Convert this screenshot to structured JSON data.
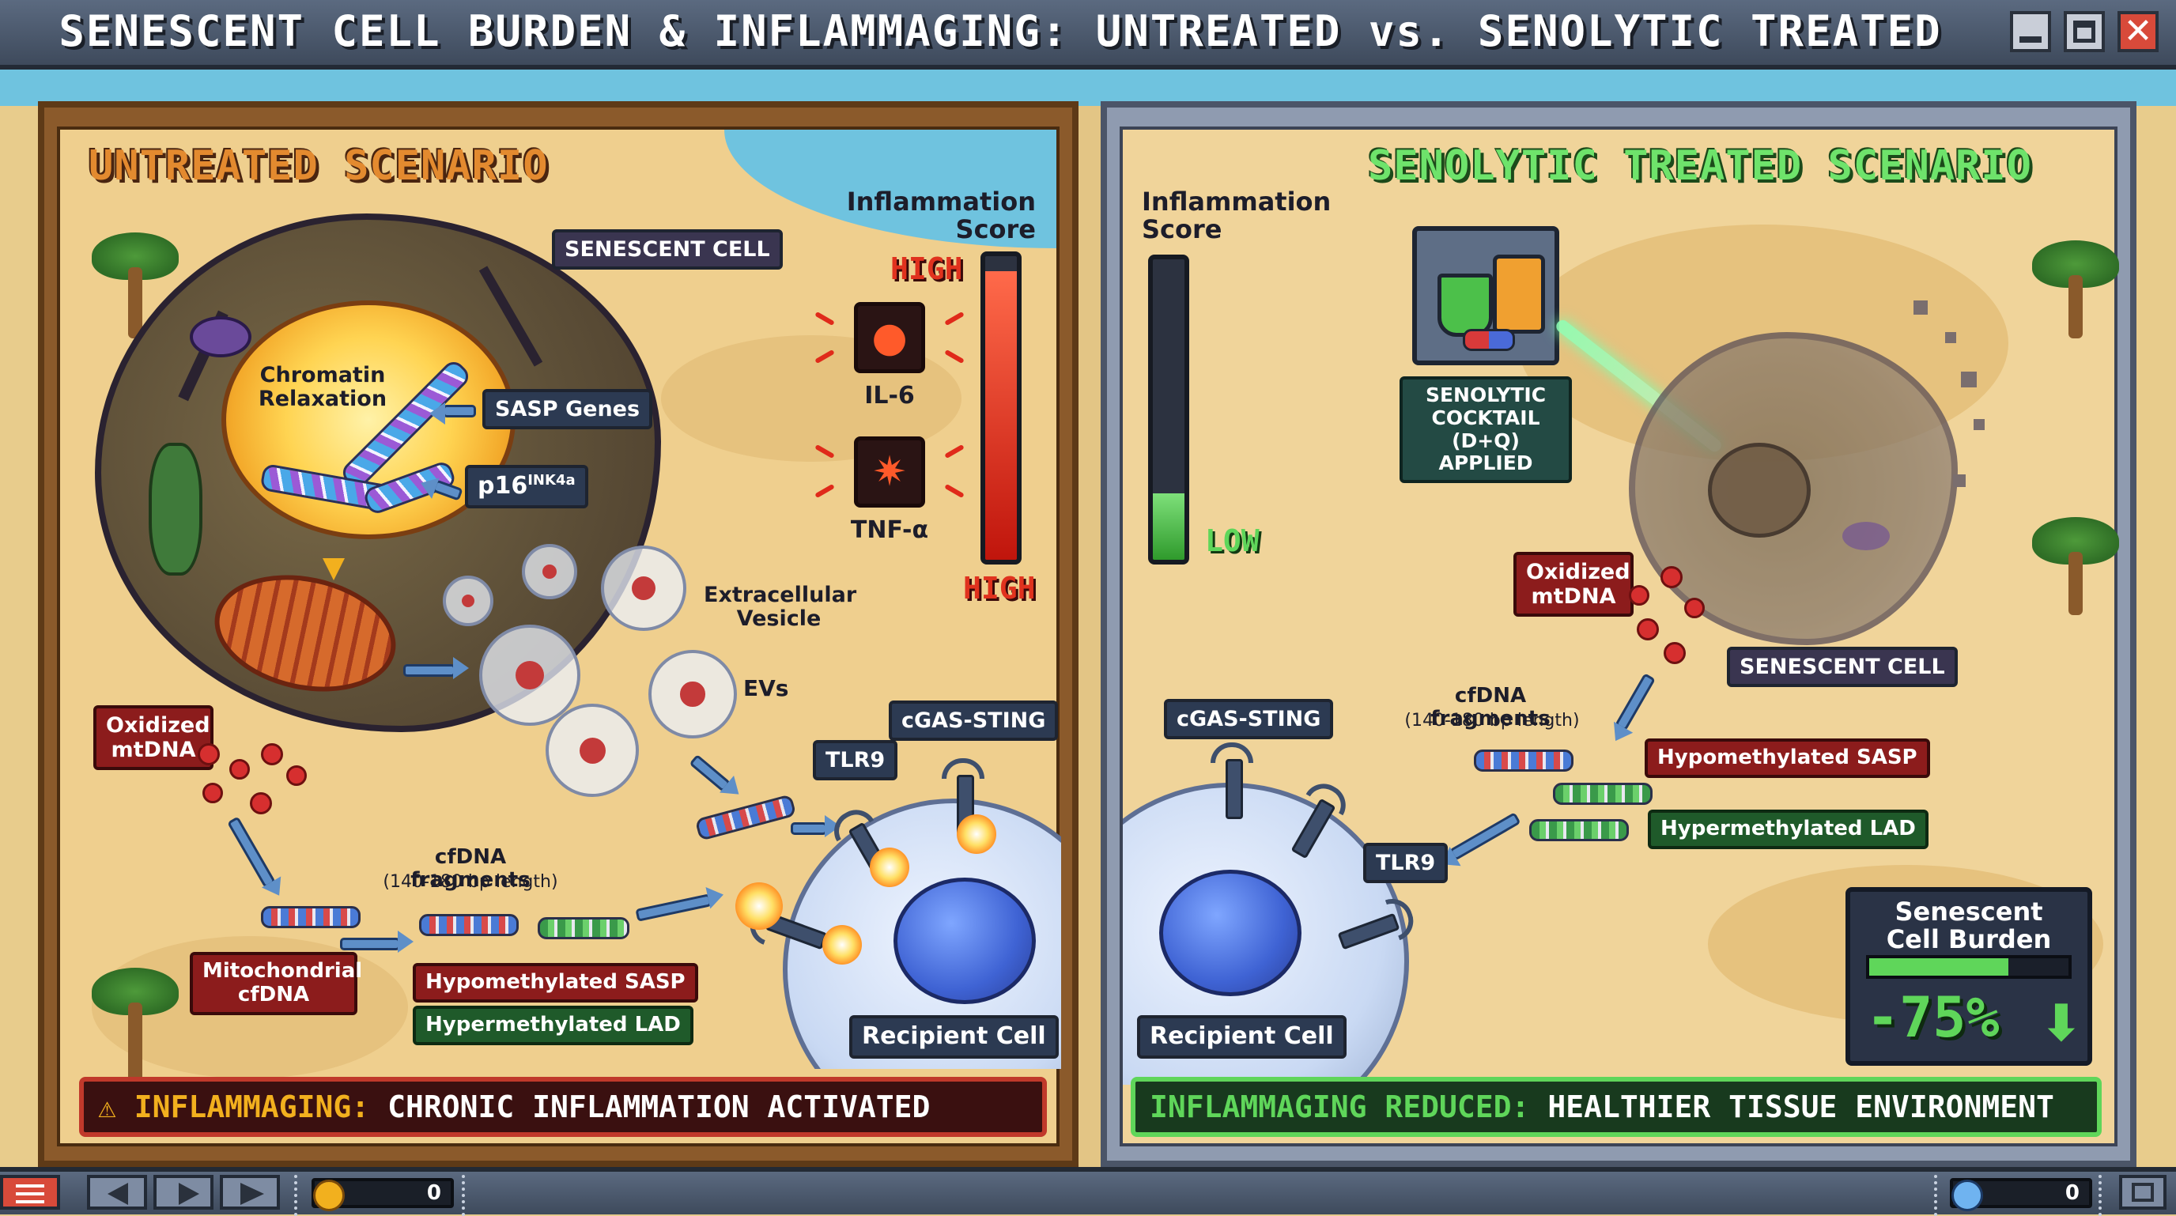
{
  "window": {
    "title": "SENESCENT CELL BURDEN & INFLAMMAGING: UNTREATED vs. SENOLYTIC TREATED"
  },
  "left": {
    "title": "UNTREATED SCENARIO",
    "labels": {
      "senescent_cell": "SENESCENT CELL",
      "chromatin": "Chromatin Relaxation",
      "sasp_genes": "SASP Genes",
      "p16_base": "p16",
      "p16_sup": "INK4a",
      "extracellular_vesicle": "Extracellular Vesicle",
      "evs": "EVs",
      "oxidized_mtdna": "Oxidized mtDNA",
      "cfdna_title": "cfDNA fragments",
      "cfdna_length": "(140-180 bp length)",
      "mito_cfdna": "Mitochondrial cfDNA",
      "hypomethylated": "Hypomethylated SASP",
      "hypermethylated": "Hypermethylated LAD",
      "tlr9": "TLR9",
      "cgas": "cGAS-STING",
      "recipient": "Recipient Cell"
    },
    "inflammation": {
      "label": "Inflammation Score",
      "top_word": "HIGH",
      "bottom_word": "HIGH",
      "level": 0.95,
      "cytokines": [
        "IL-6",
        "TNF-α"
      ]
    },
    "banner": {
      "prefix": "INFLAMMAGING:",
      "text": " CHRONIC INFLAMMATION ACTIVATED"
    }
  },
  "right": {
    "title": "SENOLYTIC TREATED SCENARIO",
    "labels": {
      "cocktail": "SENOLYTIC COCKTAIL (D+Q) APPLIED",
      "oxidized_mtdna": "Oxidized mtDNA",
      "senescent_cell": "SENESCENT CELL",
      "cfdna_title": "cfDNA fragments",
      "cfdna_length": "(140-180 bp length)",
      "hypomethylated": "Hypomethylated SASP",
      "hypermethylated": "Hypermethylated LAD",
      "cgas": "cGAS-STING",
      "tlr9": "TLR9",
      "recipient": "Recipient Cell"
    },
    "inflammation": {
      "label": "Inflammation Score",
      "bottom_word": "LOW",
      "level": 0.22
    },
    "burden": {
      "label": "Senescent Cell Burden",
      "value": "-75%",
      "level": 0.7
    },
    "banner": {
      "prefix": "INFLAMMAGING REDUCED:",
      "text": " HEALTHIER TISSUE ENVIRONMENT"
    }
  },
  "toolbar": {
    "counter_left": "0",
    "counter_right": "0"
  },
  "colors": {
    "high": "#e0321e",
    "low": "#5fd65a",
    "warning": "#f2b01e"
  }
}
